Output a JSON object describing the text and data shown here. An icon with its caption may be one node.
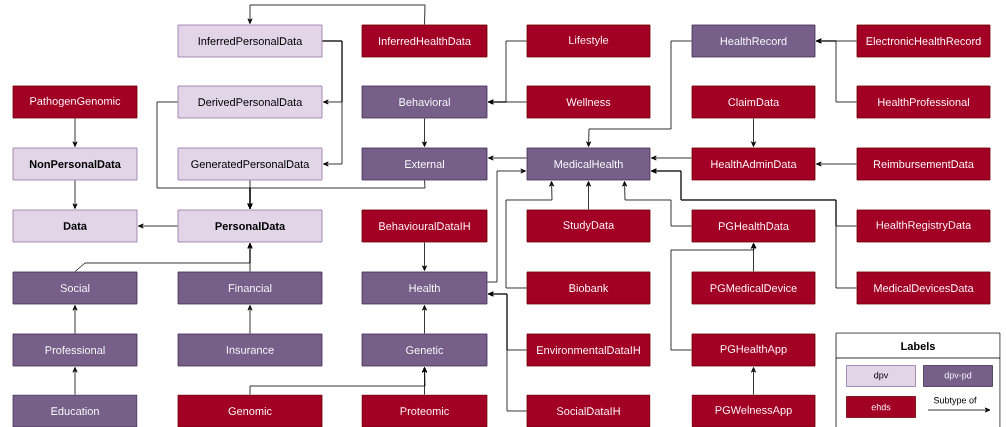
{
  "diagram": {
    "nodes": [
      {
        "text": [
          "InferredPersonalData"
        ]
      },
      {
        "text": [
          "InferredHealthData"
        ]
      },
      {
        "text": [
          "Lifestyle"
        ]
      },
      {
        "text": [
          "HealthRecord"
        ]
      },
      {
        "text": [
          "ElectronicHealthRecord"
        ]
      },
      {
        "text": [
          "PathogenGenomic"
        ]
      },
      {
        "text": [
          "DerivedPersonalData"
        ]
      },
      {
        "text": [
          "Behavioral"
        ]
      },
      {
        "text": [
          "Wellness"
        ]
      },
      {
        "text": [
          "ClaimData"
        ]
      },
      {
        "text": [
          "HealthProfessional"
        ]
      },
      {
        "text": [
          "NonPersonalData"
        ]
      },
      {
        "text": [
          "GeneratedPersonalData"
        ]
      },
      {
        "text": [
          "External"
        ]
      },
      {
        "text": [
          "MedicalHealth"
        ]
      },
      {
        "text": [
          "HealthAdminData"
        ]
      },
      {
        "text": [
          "ReimbursementData"
        ]
      },
      {
        "text": [
          "Data"
        ]
      },
      {
        "text": [
          "PersonalData"
        ]
      },
      {
        "text": [
          "BehaviouralDataIH"
        ]
      },
      {
        "text": [
          "StudyData"
        ]
      },
      {
        "text": [
          "PGHealthData"
        ]
      },
      {
        "text": [
          "HealthRegistryData"
        ]
      },
      {
        "text": [
          "Social"
        ]
      },
      {
        "text": [
          "Financial"
        ]
      },
      {
        "text": [
          "Health"
        ]
      },
      {
        "text": [
          "Biobank"
        ]
      },
      {
        "text": [
          "PGMedicalDevice"
        ]
      },
      {
        "text": [
          "MedicalDevicesData"
        ]
      },
      {
        "text": [
          "Professional"
        ]
      },
      {
        "text": [
          "Insurance"
        ]
      },
      {
        "text": [
          "Genetic"
        ]
      },
      {
        "text": [
          "EnvironmentalDataIH"
        ]
      },
      {
        "text": [
          "PGHealthApp"
        ]
      },
      {
        "text": [
          "Education"
        ]
      },
      {
        "text": [
          "Genomic"
        ]
      },
      {
        "text": [
          "Proteomic"
        ]
      },
      {
        "text": [
          "SocialDataIH"
        ]
      },
      {
        "text": [
          "PGWelnessApp"
        ]
      }
    ],
    "edges": [
      {
        "from": 1,
        "to": 0,
        "arrow": "to"
      },
      {
        "from": 0,
        "to": 6,
        "arrow": "to"
      },
      {
        "from": 0,
        "to": 12,
        "arrow": "to"
      },
      {
        "from": 5,
        "to": 11,
        "arrow": "to"
      },
      {
        "from": 11,
        "to": 17,
        "arrow": "to"
      },
      {
        "from": 18,
        "to": 17,
        "arrow": "to"
      },
      {
        "from": 6,
        "to": 18,
        "arrow": "to"
      },
      {
        "from": 12,
        "to": 18,
        "arrow": "to"
      },
      {
        "from": 13,
        "to": 18,
        "arrow": "to"
      },
      {
        "from": 2,
        "to": 7,
        "arrow": "to"
      },
      {
        "from": 8,
        "to": 7,
        "arrow": "to"
      },
      {
        "from": 7,
        "to": 13,
        "arrow": "to"
      },
      {
        "from": 14,
        "to": 13,
        "arrow": "to"
      },
      {
        "from": 3,
        "to": 14,
        "arrow": "to"
      },
      {
        "from": 4,
        "to": 3,
        "arrow": "to"
      },
      {
        "from": 10,
        "to": 3,
        "arrow": "to"
      },
      {
        "from": 9,
        "to": 15,
        "arrow": "to"
      },
      {
        "from": 16,
        "to": 15,
        "arrow": "to"
      },
      {
        "from": 15,
        "to": 14,
        "arrow": "to"
      },
      {
        "from": 22,
        "to": 14,
        "arrow": "to"
      },
      {
        "from": 28,
        "to": 14,
        "arrow": "to"
      },
      {
        "from": 21,
        "to": 14,
        "arrow": "to"
      },
      {
        "from": 20,
        "to": 14,
        "arrow": "to"
      },
      {
        "from": 26,
        "to": 14,
        "arrow": "to"
      },
      {
        "from": 25,
        "to": 14,
        "arrow": "to"
      },
      {
        "from": 19,
        "to": 25,
        "arrow": "to"
      },
      {
        "from": 32,
        "to": 25,
        "arrow": "to"
      },
      {
        "from": 37,
        "to": 25,
        "arrow": "to"
      },
      {
        "from": 31,
        "to": 25,
        "arrow": "to"
      },
      {
        "from": 35,
        "to": 31,
        "arrow": "to"
      },
      {
        "from": 36,
        "to": 31,
        "arrow": "to"
      },
      {
        "from": 27,
        "to": 21,
        "arrow": "to"
      },
      {
        "from": 33,
        "to": 21,
        "arrow": "to"
      },
      {
        "from": 38,
        "to": 33,
        "arrow": "to"
      },
      {
        "from": 23,
        "to": 18,
        "arrow": "to"
      },
      {
        "from": 24,
        "to": 18,
        "arrow": "to"
      },
      {
        "from": 29,
        "to": 23,
        "arrow": "to"
      },
      {
        "from": 34,
        "to": 29,
        "arrow": "to"
      },
      {
        "from": 30,
        "to": 24,
        "arrow": "to"
      }
    ],
    "labels": [
      "Labels"
    ],
    "legend": [
      {
        "text": "dpv",
        "color": "#e1d5e7"
      },
      {
        "text": "dpv-pd",
        "color": "#76608a"
      },
      {
        "text": "ehds",
        "color": "#a20025"
      },
      {
        "text": "Subtype of"
      }
    ]
  }
}
